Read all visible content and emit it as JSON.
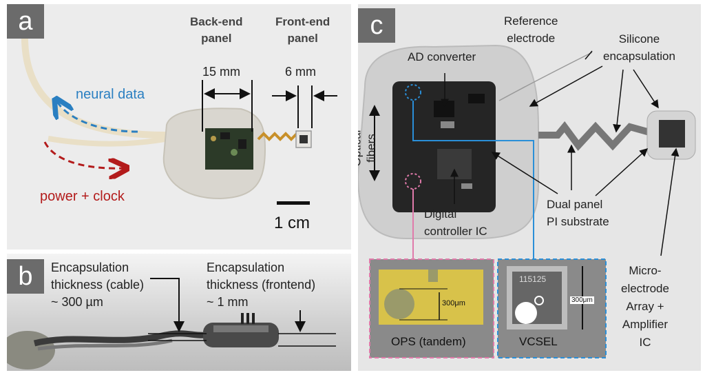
{
  "panel_a": {
    "tag": "a",
    "backend_l1": "Back-end",
    "backend_l2": "panel",
    "frontend_l1": "Front-end",
    "frontend_l2": "panel",
    "dim_backend": "15 mm",
    "dim_frontend": "6 mm",
    "neural": "neural data",
    "power": "power + clock",
    "scale": "1 cm",
    "colors": {
      "neural": "#2a7fc1",
      "power": "#b31b1b"
    }
  },
  "panel_b": {
    "tag": "b",
    "cable_l1": "Encapsulation",
    "cable_l2": "thickness (cable)",
    "cable_l3": "~ 300 µm",
    "fe_l1": "Encapsulation",
    "fe_l2": "thickness (frontend)",
    "fe_l3": "~ 1 mm"
  },
  "panel_c": {
    "tag": "c",
    "ref_l1": "Reference",
    "ref_l2": "electrode",
    "sil_l1": "Silicone",
    "sil_l2": "encapsulation",
    "adc": "AD converter",
    "opt_l1": "Optical",
    "opt_l2": "fibers",
    "dig_l1": "Digital",
    "dig_l2": "controller IC",
    "pi_l1": "Dual panel",
    "pi_l2": "PI substrate",
    "mea_l1": "Micro-",
    "mea_l2": "electrode",
    "mea_l3": "Array +",
    "mea_l4": "Amplifier",
    "mea_l5": "IC",
    "ops_label": "OPS (tandem)",
    "ops_dim": "300μm",
    "vcsel_label": "VCSEL",
    "vcsel_code": "115125",
    "vcsel_dim": "300μm",
    "colors": {
      "ops": "#e07aaa",
      "vcsel": "#2a8fd8"
    }
  }
}
